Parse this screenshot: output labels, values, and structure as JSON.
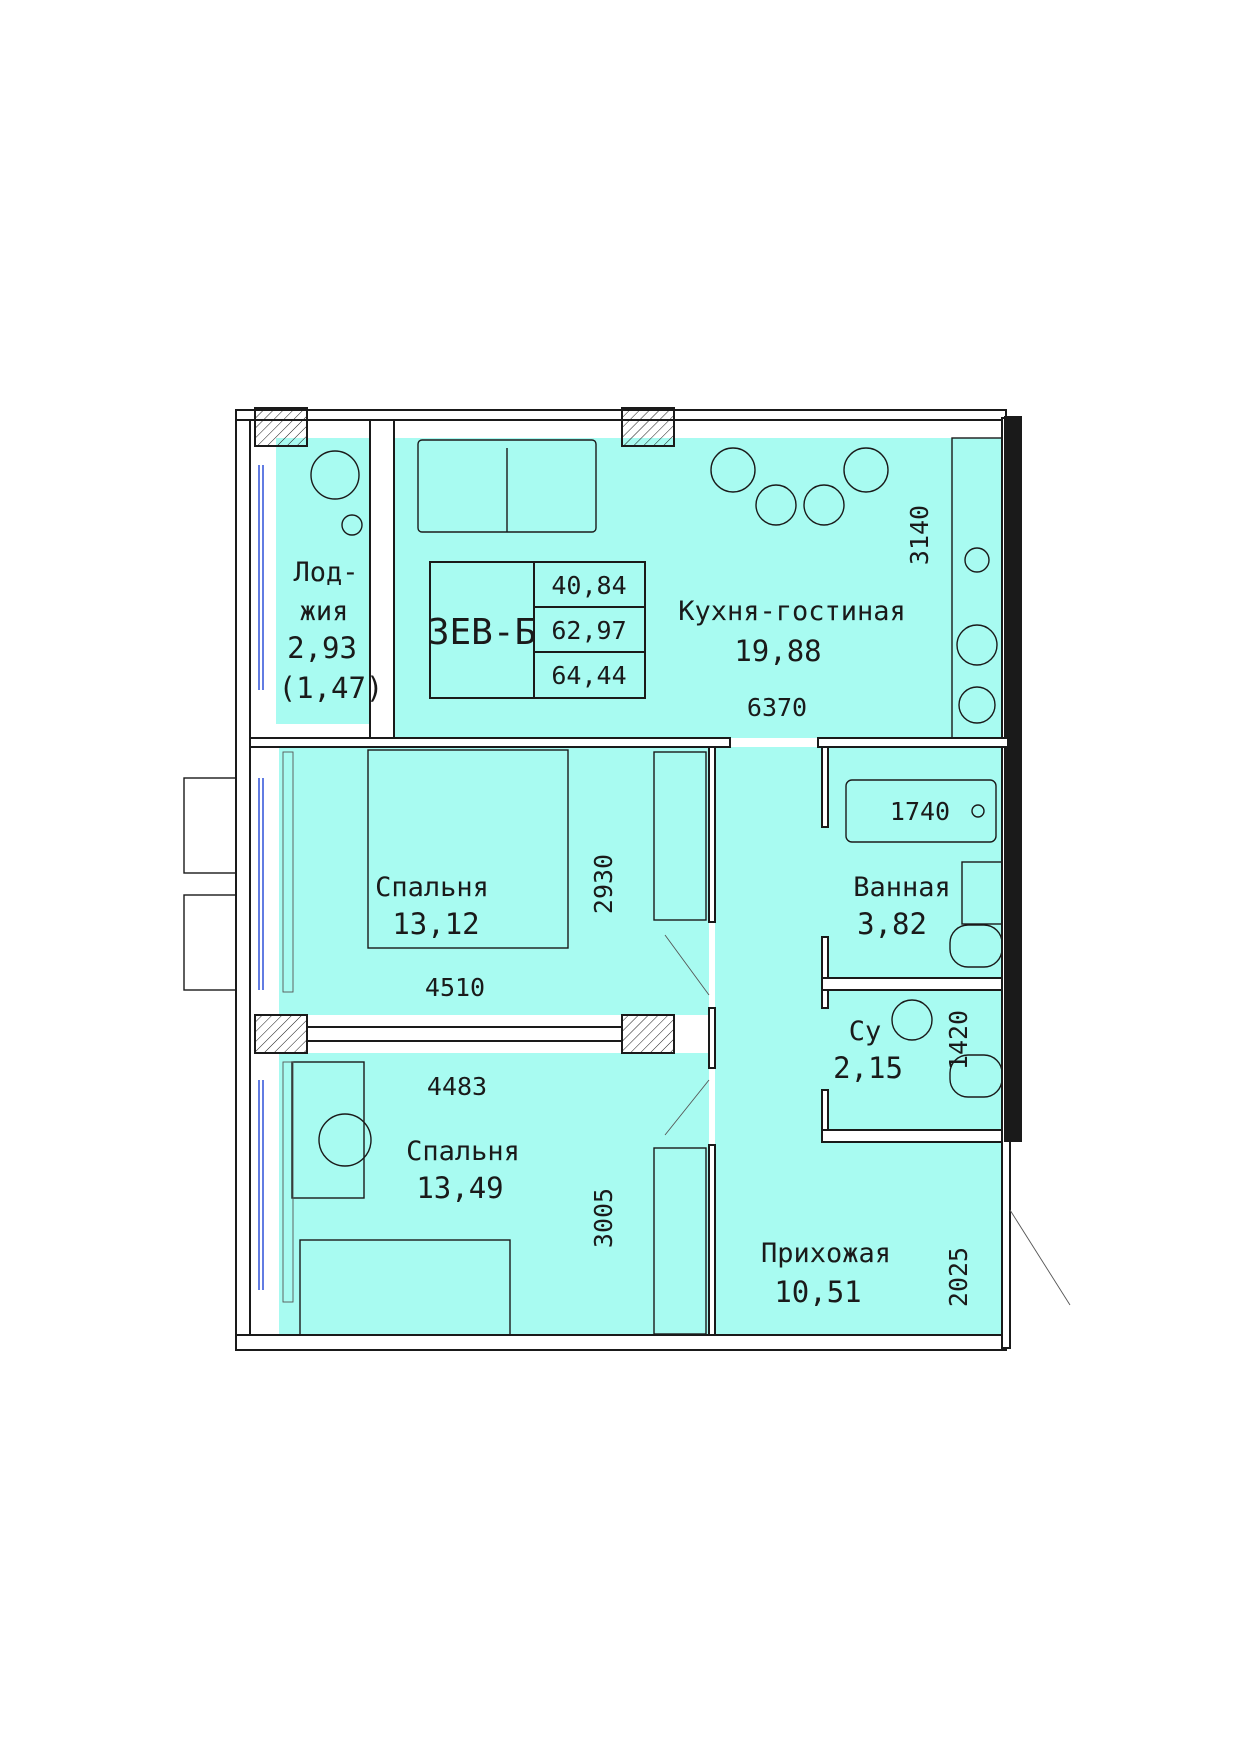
{
  "colors": {
    "floor": "#a8fbf1",
    "wall": "#1a1a1a",
    "window": "#3b5bdb",
    "background": "#ffffff"
  },
  "apartment": {
    "code": "3ЕВ-Б",
    "living_area": "40,84",
    "total_area": "62,97",
    "total_area_with_loggia": "64,44"
  },
  "rooms": {
    "loggia": {
      "name_line1": "Лод-",
      "name_line2": "жия",
      "area": "2,93",
      "area_reduced": "(1,47)"
    },
    "kitchen_living": {
      "name": "Кухня-гостиная",
      "area": "19,88"
    },
    "bedroom_1": {
      "name": "Спальня",
      "area": "13,12"
    },
    "bedroom_2": {
      "name": "Спальня",
      "area": "13,49"
    },
    "bathroom": {
      "name": "Ванная",
      "area": "3,82"
    },
    "wc": {
      "name": "Су",
      "area": "2,15"
    },
    "hallway": {
      "name": "Прихожая",
      "area": "10,51"
    }
  },
  "dimensions": {
    "kitchen_depth": "3140",
    "kitchen_width": "6370",
    "bath_length": "1740",
    "bedroom1_depth": "2930",
    "bedroom1_width": "4510",
    "bedroom2_width": "4483",
    "bedroom2_depth": "3005",
    "wc_width": "1420",
    "hallway_depth": "2025"
  }
}
